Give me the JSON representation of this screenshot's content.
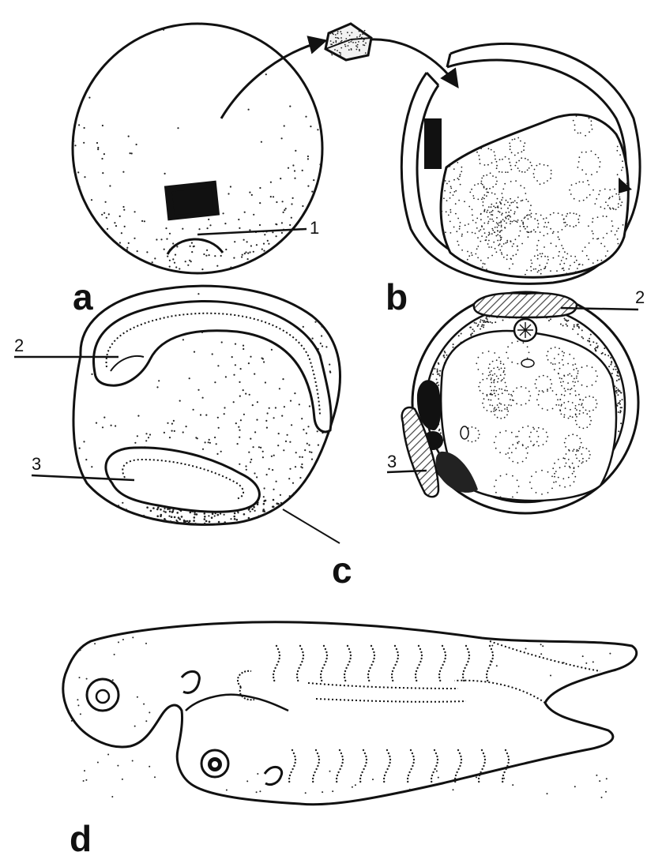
{
  "figure": {
    "panels": {
      "a": "a",
      "b": "b",
      "c": "c",
      "d": "d"
    },
    "callouts": {
      "one": "1",
      "two_top_right": "2",
      "two_left": "2",
      "three_left": "3",
      "three_right": "3"
    }
  },
  "colors": {
    "ink": "#111111",
    "paper": "#ffffff",
    "hatch": "#555555"
  }
}
